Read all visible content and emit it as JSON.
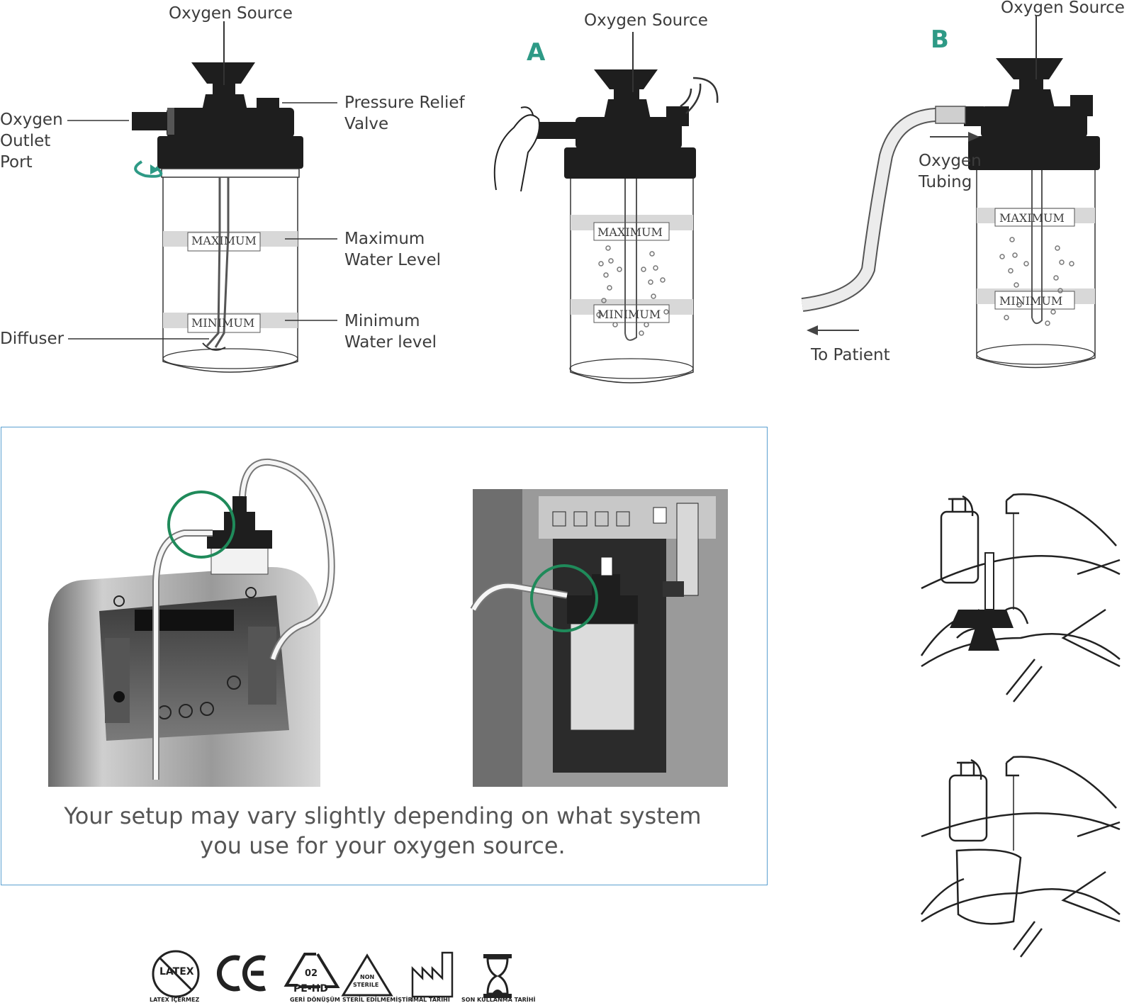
{
  "figure1": {
    "oxygen_source": "Oxygen Source",
    "oxygen_outlet_port": [
      "Oxygen",
      "Outlet",
      "Port"
    ],
    "pressure_relief_valve": [
      "Pressure Relief",
      "Valve"
    ],
    "maximum_water_level": [
      "Maximum",
      "Water Level"
    ],
    "minimum_water_level": [
      "Minimum",
      "Water level"
    ],
    "diffuser": "Diffuser",
    "jar_max": "MAXIMUM",
    "jar_min": "MINIMUM"
  },
  "figureA": {
    "letter": "A",
    "oxygen_source": "Oxygen Source",
    "jar_max": "MAXIMUM",
    "jar_min": "MINIMUM"
  },
  "figureB": {
    "letter": "B",
    "oxygen_source": "Oxygen Source",
    "oxygen_tubing": [
      "Oxygen",
      "Tubing"
    ],
    "to_patient": "To Patient",
    "jar_max": "MAXIMUM",
    "jar_min": "MINIMUM"
  },
  "setup_note": [
    "Your setup may vary slightly depending on what system",
    "you use for your oxygen source."
  ],
  "symbols": {
    "latex_icon": "LATEX",
    "latex": "LATEX İÇERMEZ",
    "ce_icon": "CE",
    "recycle_code": "02",
    "recycle_material": "PE-HD",
    "recycle": "GERİ DÖNÜŞÜM",
    "non_sterile_icon": [
      "NON",
      "STERILE"
    ],
    "non_sterile": "STERİL EDİLMEMİŞTİR",
    "manufacture": "İMAL TARİHİ",
    "expiry": "SON KULLANMA TARİHİ"
  },
  "colors": {
    "accent_teal": "#2e9a86",
    "frame_blue": "#5aa0d0",
    "highlight_green": "#1f8a5a"
  }
}
